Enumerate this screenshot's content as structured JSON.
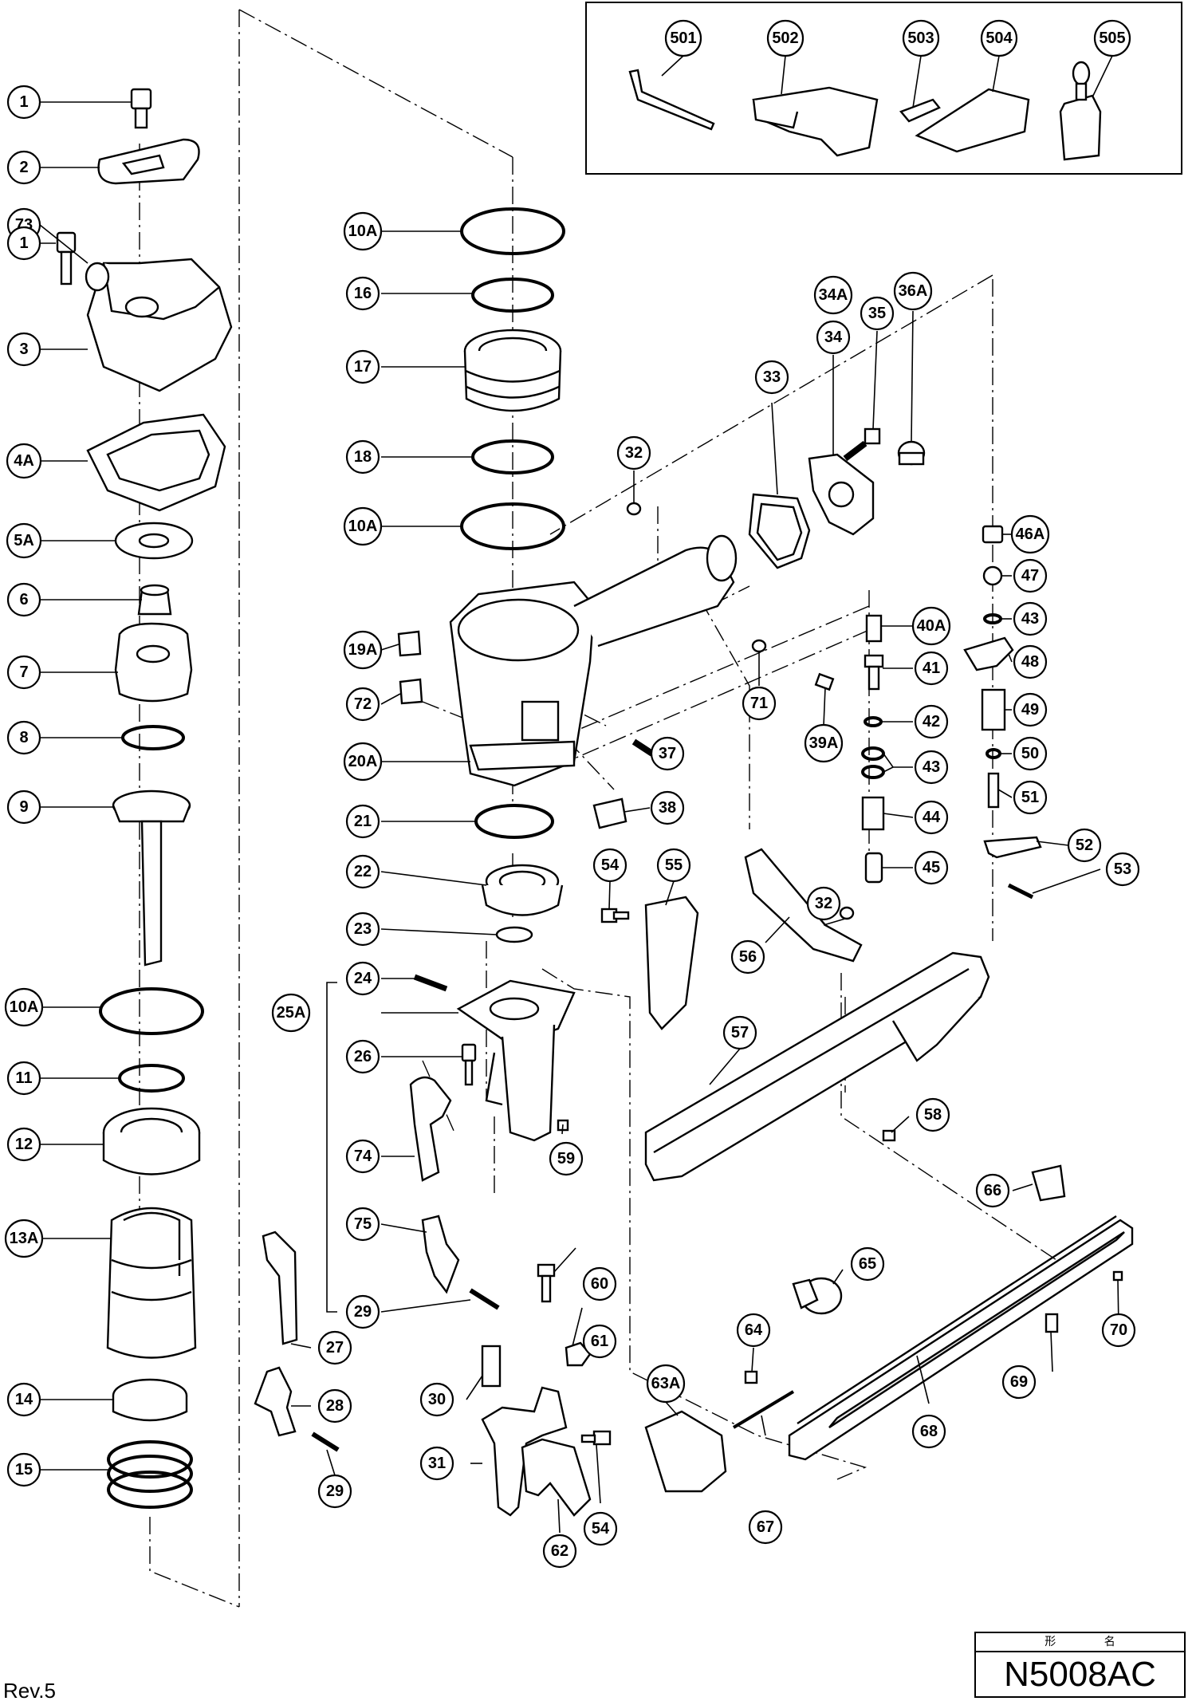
{
  "diagram": {
    "model_label": "形 名",
    "model_number": "N5008AC",
    "revision": "Rev.5",
    "accessories": [
      "501",
      "502",
      "503",
      "504",
      "505"
    ],
    "part_labels": [
      "1",
      "2",
      "73",
      "1",
      "3",
      "4A",
      "5A",
      "6",
      "7",
      "8",
      "9",
      "10A",
      "11",
      "12",
      "13A",
      "14",
      "15",
      "10A",
      "16",
      "17",
      "18",
      "10A",
      "19A",
      "72",
      "20A",
      "21",
      "22",
      "23",
      "24",
      "25A",
      "26",
      "74",
      "75",
      "29",
      "27",
      "28",
      "29",
      "32",
      "33",
      "34A",
      "34",
      "35",
      "36A",
      "37",
      "38",
      "39A",
      "71",
      "40A",
      "41",
      "42",
      "43",
      "44",
      "45",
      "46A",
      "47",
      "43",
      "48",
      "49",
      "50",
      "51",
      "52",
      "53",
      "54",
      "55",
      "56",
      "32",
      "57",
      "58",
      "59",
      "60",
      "61",
      "30",
      "31",
      "54",
      "62",
      "63A",
      "64",
      "65",
      "66",
      "67",
      "68",
      "69",
      "70"
    ]
  }
}
